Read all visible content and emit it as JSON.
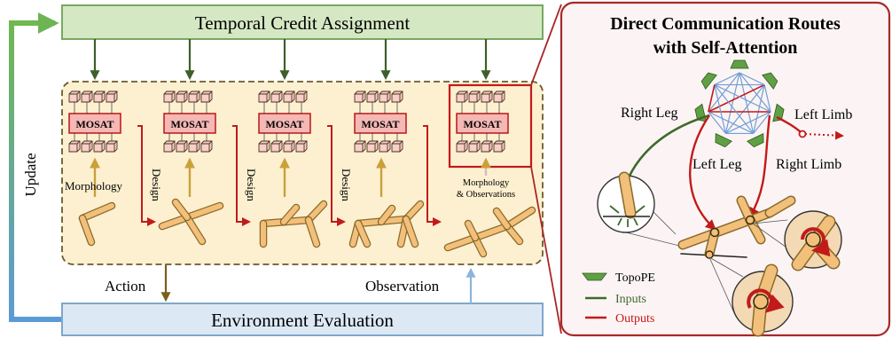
{
  "left_panel": {
    "top_box": "Temporal Credit Assignment",
    "bottom_box": "Environment Evaluation",
    "update_label": "Update",
    "action_label": "Action",
    "observation_label": "Observation",
    "morphology_label": "Morphology",
    "design_label": "Design",
    "morph_obs_line1": "Morphology",
    "morph_obs_line2": "& Observations",
    "module_label": "MOSAT",
    "module_count": 5
  },
  "right_panel": {
    "title_line1": "Direct Communication Routes",
    "title_line2": "with Self-Attention",
    "right_leg": "Right Leg",
    "left_leg": "Left Leg",
    "left_limb": "Left Limb",
    "right_limb": "Right Limb",
    "legend": [
      "TopoPE",
      "Inputs",
      "Outputs"
    ]
  },
  "colors": {
    "top_box_fill": "#d5e8c4",
    "top_box_stroke": "#78a862",
    "bottom_box_fill": "#dce9f5",
    "bottom_box_stroke": "#7fa7cc",
    "process_fill": "#fdf0d0",
    "process_stroke": "#6b5a2a",
    "mosat_fill": "#f5b8b5",
    "cube_fill": "#f8d0c7",
    "limb_fill": "#f2c07a",
    "limb_stroke": "#8a6a2a",
    "red": "#c21a1a",
    "green": "#3e6b2c",
    "topope": "#5fa044",
    "panel_stroke": "#a82828"
  }
}
